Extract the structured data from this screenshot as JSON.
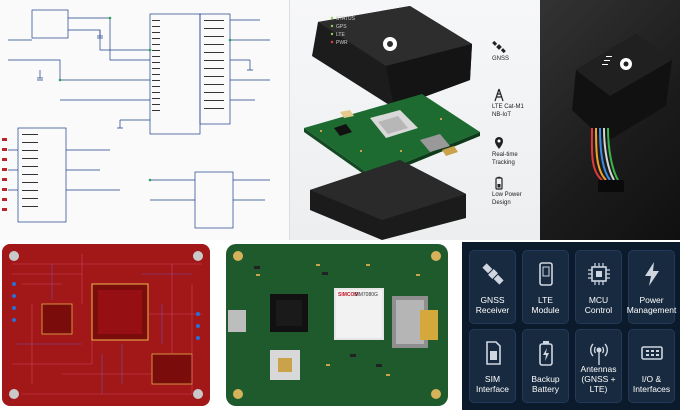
{
  "features_strip": [
    {
      "icon": "satellite-icon",
      "label": "GNSS"
    },
    {
      "icon": "antenna-tower-icon",
      "label": "LTE Cat-M1\nNB-IoT"
    },
    {
      "icon": "location-pin-icon",
      "label": "Real-time\nTracking"
    },
    {
      "icon": "battery-icon",
      "label": "Low Power\nDesign"
    }
  ],
  "feature_cards": [
    {
      "icon": "satellite-icon",
      "label": "GNSS\nReceiver"
    },
    {
      "icon": "phone-icon",
      "label": "LTE\nModule"
    },
    {
      "icon": "chip-icon",
      "label": "MCU\nControl"
    },
    {
      "icon": "lightning-icon",
      "label": "Power\nManagement"
    },
    {
      "icon": "sim-icon",
      "label": "SIM\nInterface"
    },
    {
      "icon": "battery-icon",
      "label": "Backup\nBattery"
    },
    {
      "icon": "antenna-icon",
      "label": "Antennas\n(GNSS + LTE)"
    },
    {
      "icon": "io-icon",
      "label": "I/O &\nInterfaces"
    }
  ],
  "device_labels": [
    "STATUS",
    "GPS",
    "LTE",
    "PWR"
  ],
  "module_label": {
    "brand": "SIMCOM",
    "model": "SIM7080G"
  },
  "colors": {
    "card_bg": "#172a3f",
    "panel_bg": "#0c1b2b",
    "red_pcb": "#a21818",
    "green_pcb": "#1f5a2c"
  }
}
